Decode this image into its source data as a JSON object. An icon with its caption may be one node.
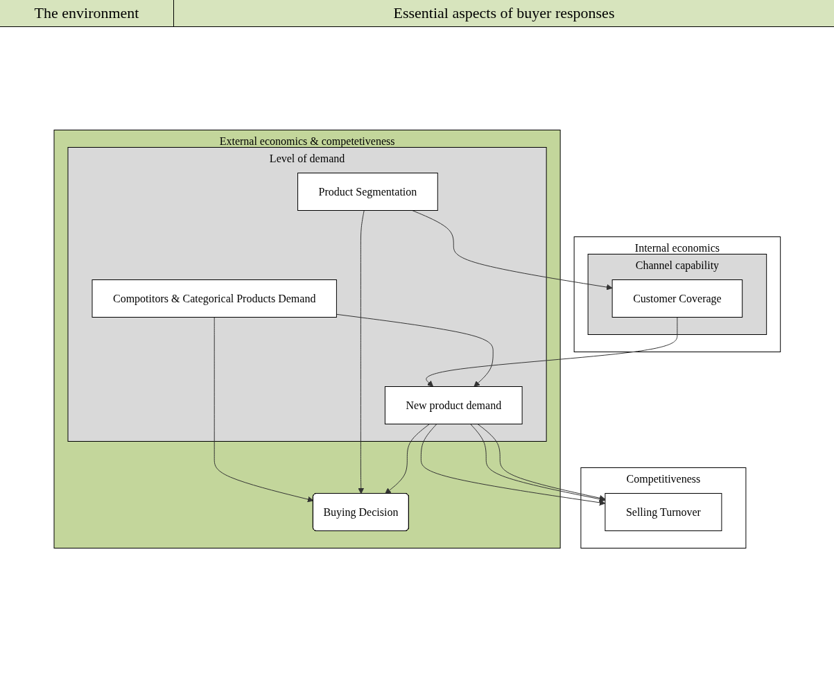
{
  "diagram": {
    "nodes": [
      {
        "text": [
          "Internal economics"
        ]
      },
      {
        "text": [
          "Channel capability"
        ],
        "in": 0
      },
      {
        "text": [
          "Customer Coverage"
        ],
        "in": 1
      },
      {
        "text": [
          "External economics & competetiveness"
        ]
      },
      {
        "text": [
          "Level of demand"
        ],
        "in": 3
      },
      {
        "text": [
          "Compotitors & Categorical Products Demand"
        ],
        "in": 4
      },
      {
        "text": [
          "Product Segmentation"
        ],
        "in": 4
      },
      {
        "text": [
          "New product demand"
        ],
        "in": 4
      },
      {
        "text": [
          "Buying Decision"
        ],
        "in": 3
      },
      {
        "text": [
          "Competitiveness"
        ]
      },
      {
        "text": [
          "Selling Turnover"
        ],
        "in": 9
      }
    ],
    "edges": [
      {
        "from": 2,
        "to": 7,
        "arrow": "to"
      },
      {
        "from": 6,
        "to": 2,
        "arrow": "to"
      },
      {
        "from": 5,
        "to": 7,
        "arrow": "to"
      },
      {
        "from": 7,
        "to": 10,
        "arrow": "to"
      },
      {
        "from": 7,
        "to": 10,
        "arrow": "to"
      },
      {
        "from": 7,
        "to": 10,
        "arrow": "to"
      },
      {
        "from": 5,
        "to": 8,
        "arrow": "to"
      },
      {
        "from": 6,
        "to": 8,
        "arrow": "to"
      },
      {
        "from": 7,
        "to": 8,
        "arrow": "to"
      }
    ],
    "labels": [
      "The environment",
      "Essential aspects of buyer responses"
    ]
  }
}
